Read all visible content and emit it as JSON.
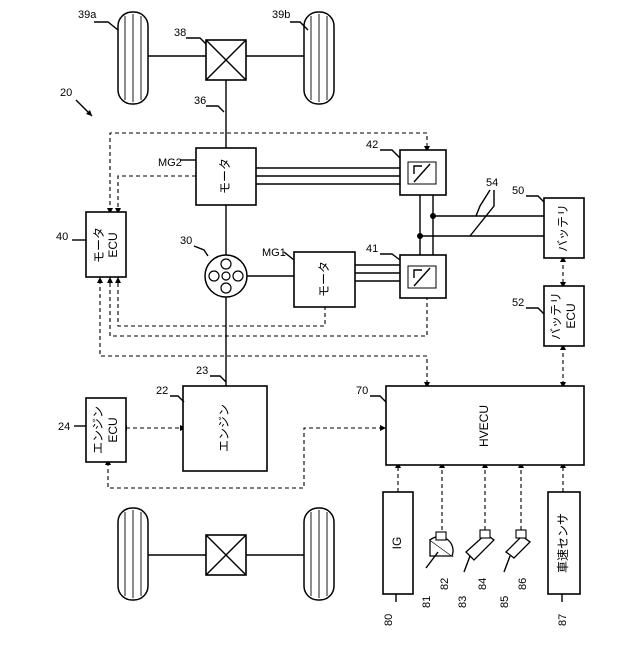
{
  "diagram": {
    "system_ref": "20",
    "blocks": {
      "engine": {
        "ref": "22",
        "text": "エンジン"
      },
      "engine_ecu": {
        "ref": "24",
        "text": [
          "エンジン",
          "ECU"
        ]
      },
      "motor_ecu": {
        "ref": "40",
        "text": [
          "モータ",
          "ECU"
        ]
      },
      "planetary_gear": {
        "ref": "30"
      },
      "mg1": {
        "ref": "MG1",
        "text": "モータ"
      },
      "mg2": {
        "ref": "MG2",
        "text": "モータ"
      },
      "inverter1": {
        "ref": "41"
      },
      "inverter2": {
        "ref": "42"
      },
      "battery": {
        "ref": "50",
        "text": "バッテリ"
      },
      "battery_ecu": {
        "ref": "52",
        "text": [
          "バッテリ",
          "ECU"
        ]
      },
      "hvecu": {
        "ref": "70",
        "text": "HVECU"
      },
      "ig": {
        "ref": "80",
        "text": "IG"
      },
      "speed_sensor": {
        "ref": "87",
        "text": "車速センサ"
      }
    },
    "refs": {
      "crankshaft": "23",
      "drive_shaft": "36",
      "differential": "38",
      "wheel_a": "39a",
      "wheel_b": "39b",
      "power_line": "54",
      "shift_lever": "81",
      "shift_sensor": "82",
      "accel_pedal": "83",
      "accel_sensor": "84",
      "brake_pedal": "85",
      "brake_sensor": "86"
    }
  }
}
